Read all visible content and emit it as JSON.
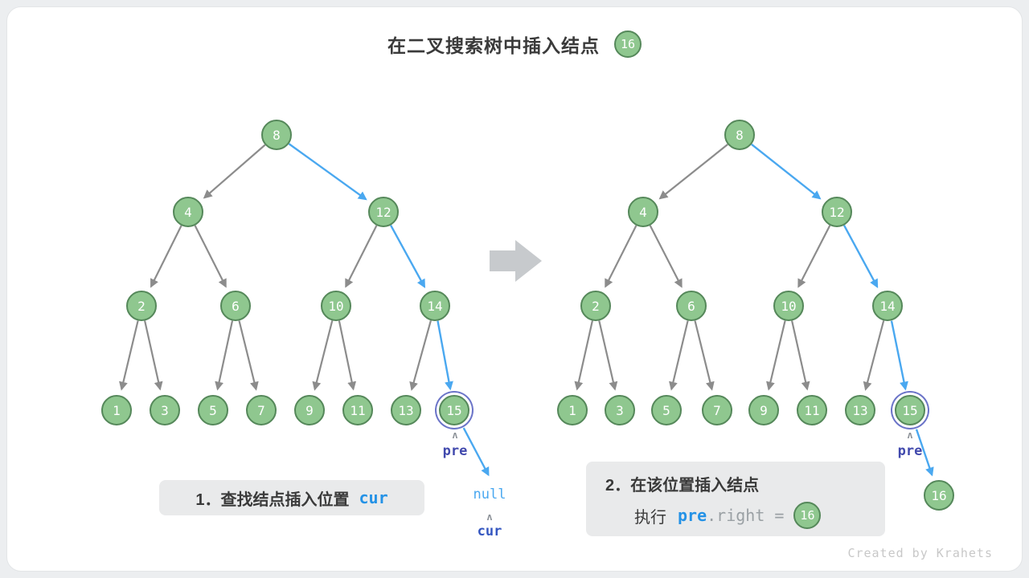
{
  "title": {
    "text": "在二叉搜索树中插入结点",
    "node_value": "16"
  },
  "trees": {
    "left": {
      "nodes": [
        "8",
        "4",
        "12",
        "2",
        "6",
        "10",
        "14",
        "1",
        "3",
        "5",
        "7",
        "9",
        "11",
        "13",
        "15"
      ]
    },
    "right": {
      "nodes": [
        "8",
        "4",
        "12",
        "2",
        "6",
        "10",
        "14",
        "1",
        "3",
        "5",
        "7",
        "9",
        "11",
        "13",
        "15",
        "16"
      ]
    }
  },
  "labels": {
    "pre_left": "pre",
    "pre_right": "pre",
    "null_text": "null",
    "cur_text": "cur",
    "caret_glyph": "ʌ"
  },
  "captions": {
    "step1": {
      "text": "1．查找结点插入位置",
      "code": "cur"
    },
    "step2": {
      "line1": "2．在该位置插入结点",
      "exec_label": "执行",
      "code_pre": "pre",
      "code_rest": ".right =",
      "node_value": "16"
    }
  },
  "watermark": "Created by Krahets",
  "colors": {
    "node_fill": "#8fc78f",
    "node_border": "#55885a",
    "edge_gray": "#8c8c8c",
    "edge_blue": "#4aa8f0",
    "highlight_ring": "#6b74c8",
    "label_indigo": "#4149ad",
    "code_blue": "#2492e6",
    "caption_bg": "#e9eaeb"
  }
}
